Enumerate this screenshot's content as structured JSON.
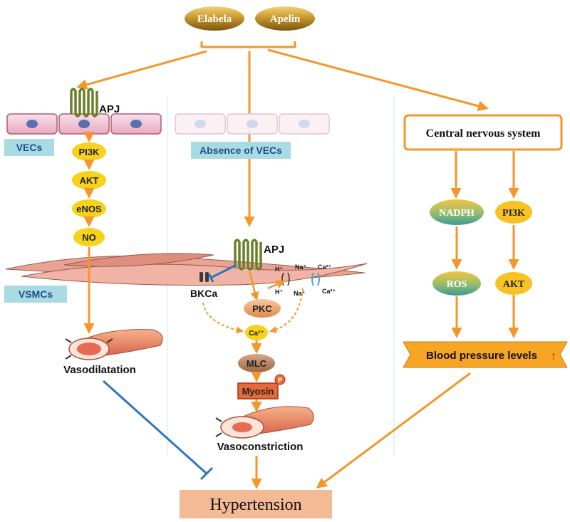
{
  "ligands": {
    "elabela": "Elabela",
    "apelin": "Apelin"
  },
  "left_panel": {
    "receptor": "APJ",
    "vecs_label": "VECs",
    "pathway": [
      "PI3K",
      "AKT",
      "eNOS",
      "NO"
    ],
    "vsmcs_label": "VSMCs",
    "outcome": "Vasodilatation"
  },
  "middle_panel": {
    "vecs_label": "Absence of VECs",
    "receptor": "APJ",
    "channel": "BKCa",
    "ion_h": "H⁺",
    "ion_na": "Na⁺",
    "ion_ca": "Ca²⁺",
    "kinase": "PKC",
    "calcium": "Ca²⁺",
    "mlc": "MLC",
    "phospho": "P",
    "myosin": "Myosin",
    "outcome": "Vasoconstriction"
  },
  "right_panel": {
    "cns": "Central nervous system",
    "nadph": "NADPH",
    "ros": "ROS",
    "pi3k": "PI3K",
    "akt": "AKT",
    "bp": "Blood pressure levels",
    "bp_arrow": "↑"
  },
  "outcome": {
    "label": "Hypertension"
  },
  "colors": {
    "arrow": "#f5962a",
    "inhibit": "#2e75c0",
    "cell_label_bg": "#a9dbe2",
    "node_yellow": "#f7d21a",
    "hypertension_bg": "#f4b995"
  }
}
